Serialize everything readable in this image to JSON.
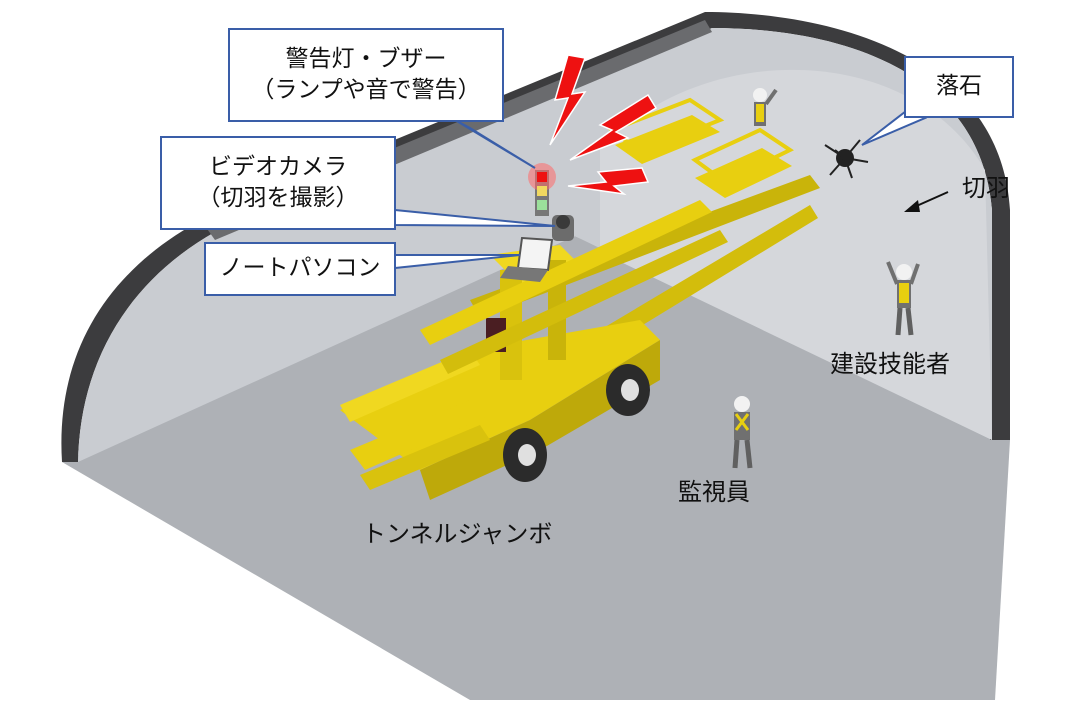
{
  "callouts": {
    "warning_light": {
      "line1": "警告灯・ブザー",
      "line2": "（ランプや音で警告）"
    },
    "video_camera": {
      "line1": "ビデオカメラ",
      "line2": "（切羽を撮影）"
    },
    "laptop": {
      "line1": "ノートパソコン"
    },
    "falling_rock": {
      "line1": "落石"
    }
  },
  "labels": {
    "tunnel_face": "切羽",
    "skilled_worker": "建設技能者",
    "supervisor": "監視員",
    "tunnel_jumbo": "トンネルジャンボ"
  },
  "colors": {
    "callout_border": "#3a5ea8",
    "machine_yellow": "#e8cf10",
    "tunnel_wall": "#d3d5d9",
    "tunnel_floor": "#aeb1b6",
    "lining_dark": "#3c3c3e",
    "alarm_red": "#ee1111"
  },
  "icons": {
    "alarm": "lightning-bolt-icon",
    "rock": "falling-rock-icon",
    "arrow": "arrow-icon"
  }
}
